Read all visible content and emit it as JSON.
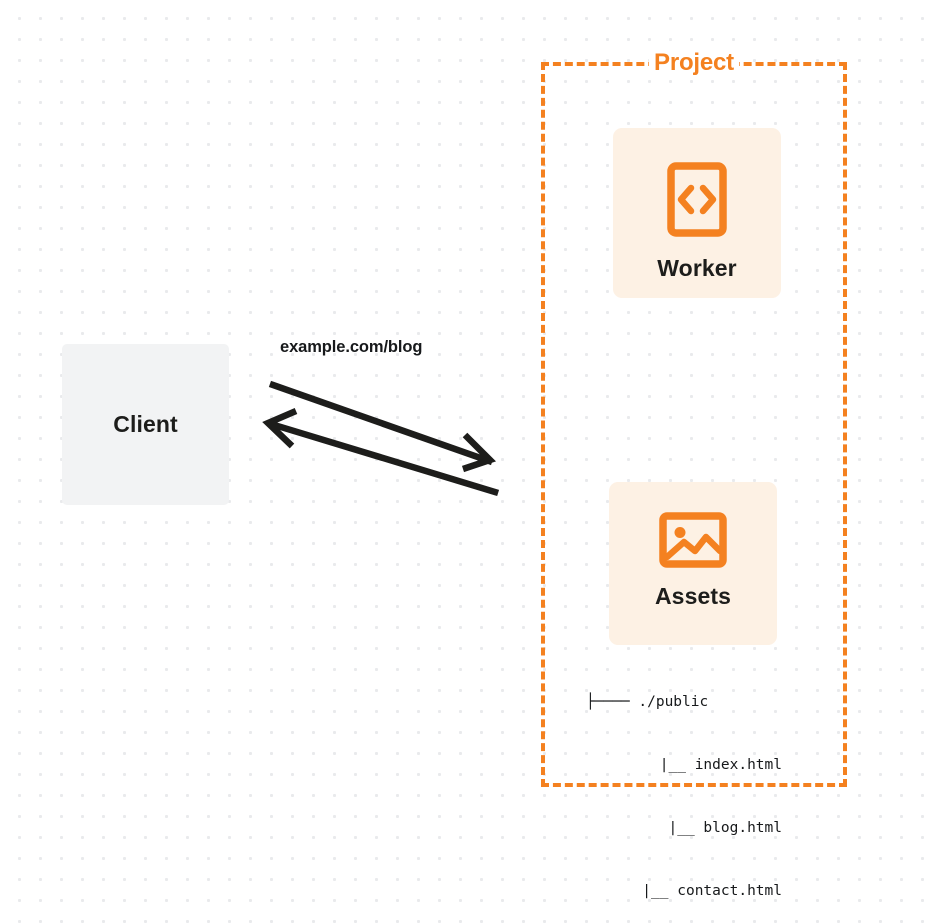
{
  "diagram": {
    "title": "Client to Project (Worker + Assets) request flow",
    "colors": {
      "accent_orange": "#f48120",
      "card_background": "#fdf1e4",
      "client_background": "#f2f3f4",
      "text": "#17191b",
      "canvas": "#ffffff",
      "dot_grid": "#e9eaec"
    }
  },
  "client": {
    "label": "Client",
    "icon": "client-box-icon"
  },
  "connector": {
    "label": "example.com/blog",
    "request_arrow": "arrow-right-icon",
    "response_arrow": "arrow-left-icon"
  },
  "project": {
    "label": "Project",
    "border_style": "dashed",
    "services": [
      {
        "label": "Worker",
        "icon": "code-brackets-icon"
      },
      {
        "label": "Assets",
        "icon": "image-icon"
      }
    ]
  },
  "file_tree": {
    "rows": [
      {
        "branch": "├────",
        "name": "./public"
      },
      {
        "branch": "|__",
        "name": "index.html"
      },
      {
        "branch": "|__",
        "name": "blog.html"
      },
      {
        "branch": "|__",
        "name": "contact.html"
      }
    ]
  }
}
